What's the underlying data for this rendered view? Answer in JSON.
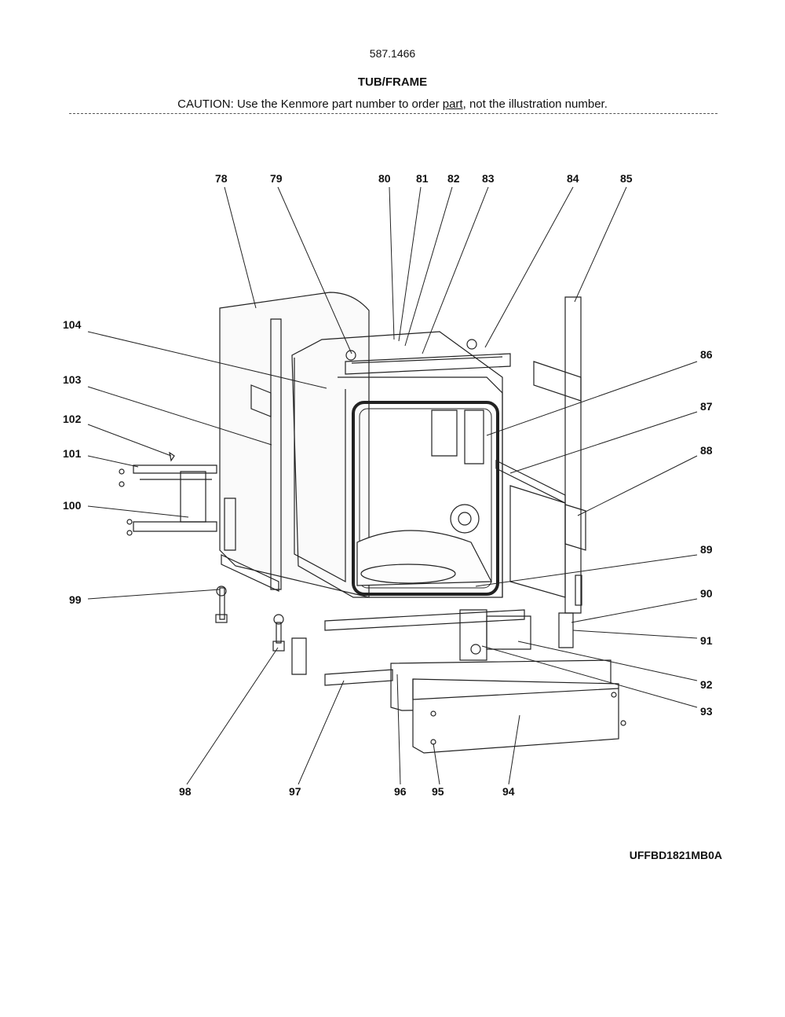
{
  "header": {
    "model_number": "587.1466",
    "title": "TUB/FRAME",
    "caution_pre": "CAUTION: Use the Kenmore part number to order ",
    "caution_link": "part",
    "caution_post": ", not the illustration number."
  },
  "callouts": {
    "c78": "78",
    "c79": "79",
    "c80": "80",
    "c81": "81",
    "c82": "82",
    "c83": "83",
    "c84": "84",
    "c85": "85",
    "c86": "86",
    "c87": "87",
    "c88": "88",
    "c89": "89",
    "c90": "90",
    "c91": "91",
    "c92": "92",
    "c93": "93",
    "c94": "94",
    "c95": "95",
    "c96": "96",
    "c97": "97",
    "c98": "98",
    "c99": "99",
    "c100": "100",
    "c101": "101",
    "c102": "102",
    "c103": "103",
    "c104": "104"
  },
  "footer": {
    "code": "UFFBD1821MB0A"
  }
}
